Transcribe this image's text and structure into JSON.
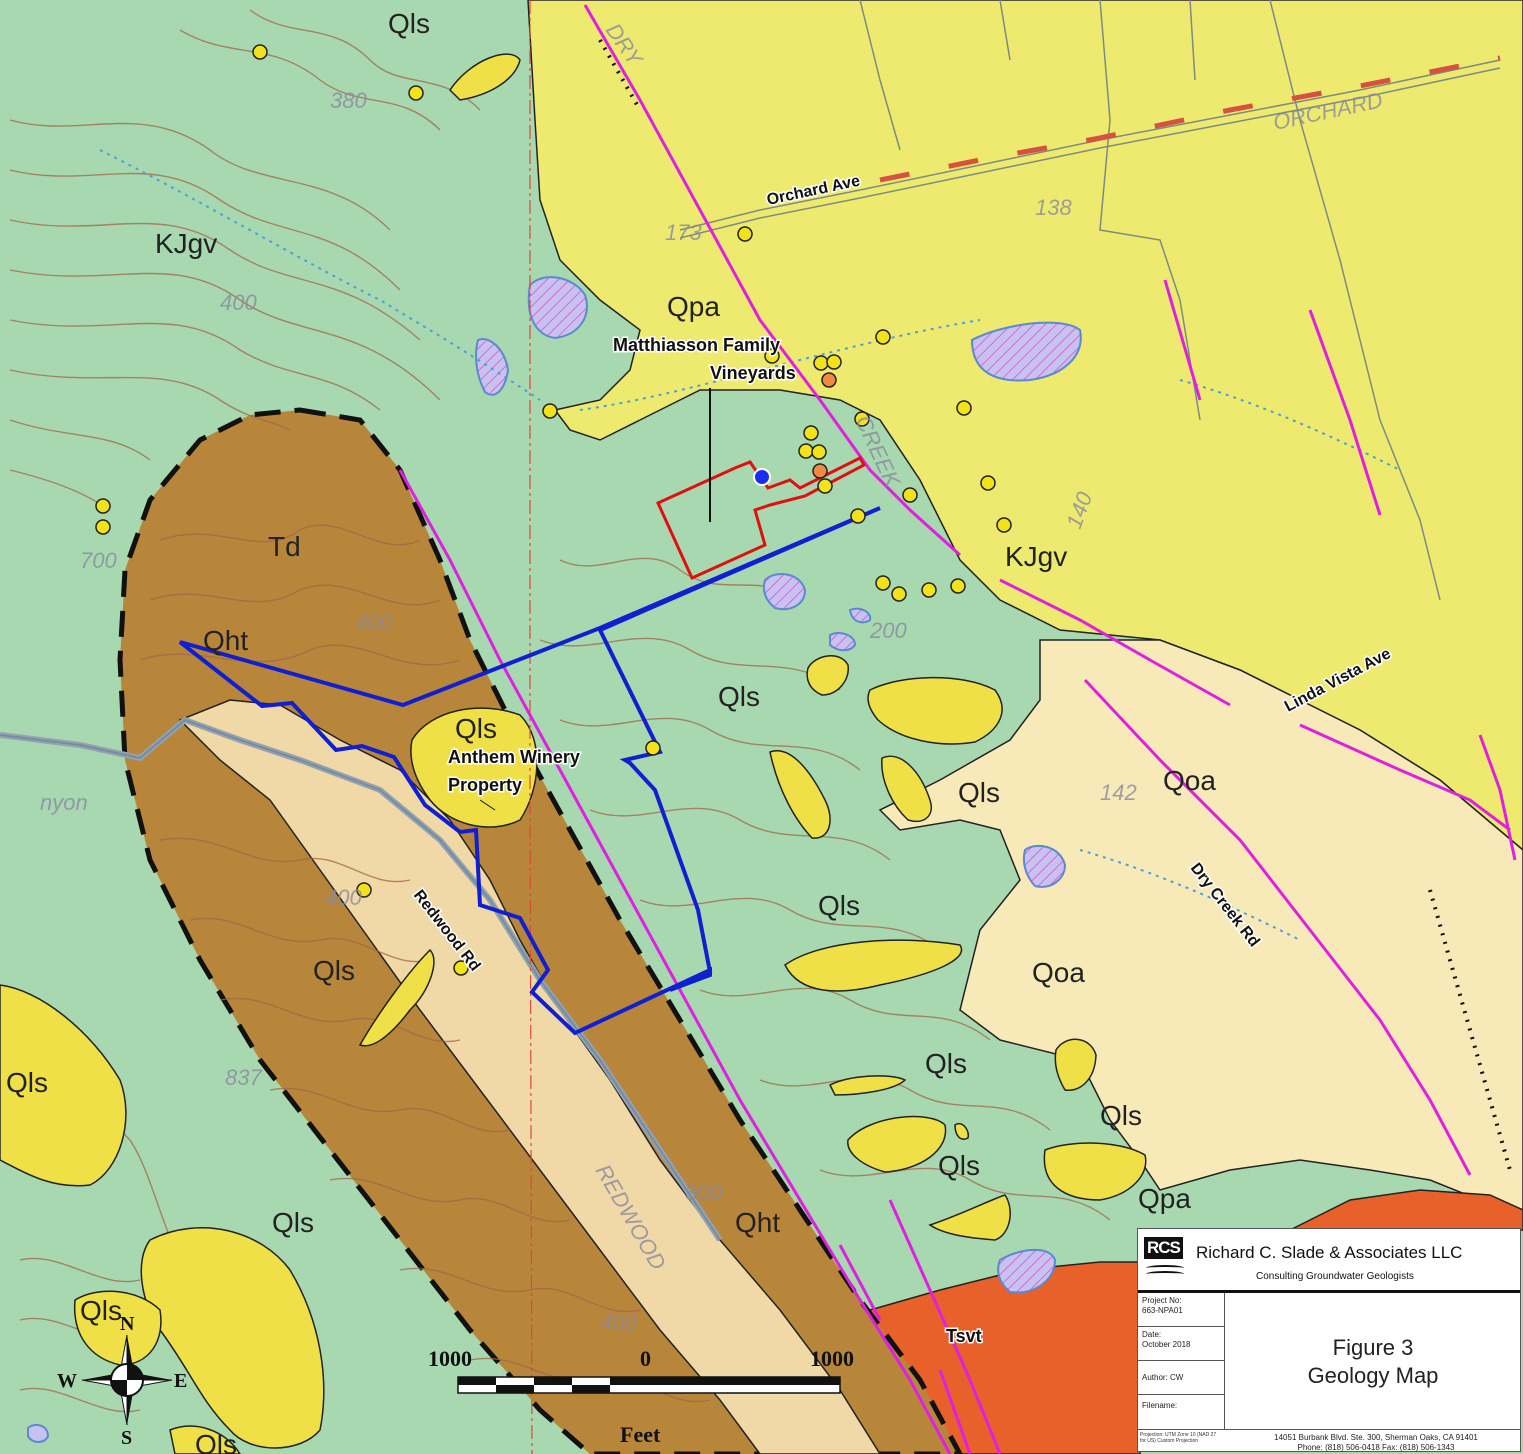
{
  "map": {
    "units": {
      "kjgv": "KJgv",
      "qpa": "Qpa",
      "qls": "Qls",
      "td": "Td",
      "qht": "Qht",
      "qoa": "Qoa",
      "tsvt": "Tsvt"
    },
    "roads": {
      "orchard_ave": "Orchard Ave",
      "linda_vista_ave": "Linda Vista Ave",
      "dry_creek_rd": "Dry Creek Rd",
      "redwood_rd": "Redwood Rd"
    },
    "properties": {
      "matthiasson_line1": "Matthiasson Family",
      "matthiasson_line2": "Vineyards",
      "anthem_line1": "Anthem Winery",
      "anthem_line2": "Property"
    },
    "base_map_text": {
      "orchard": "ORCHARD",
      "dry": "DRY",
      "creek": "CREEK",
      "redwood": "REDWOOD",
      "canyon": "nyon",
      "elevations": [
        "380",
        "400",
        "173",
        "138",
        "140",
        "200",
        "142",
        "400",
        "400",
        "837",
        "300",
        "700",
        "400"
      ]
    },
    "scale_bar": {
      "left_label": "1000",
      "mid_label": "0",
      "right_label": "1000",
      "unit": "Feet"
    },
    "compass": {
      "n": "N",
      "s": "S",
      "e": "E",
      "w": "W"
    },
    "colors": {
      "kjgv": "#a8d8b0",
      "qpa": "#eeea70",
      "qls": "#f0e048",
      "td": "#b8863a",
      "qht": "#f0d9a6",
      "qoa": "#f8eab8",
      "tsvt": "#e8602a",
      "fault": "#e020e0",
      "anthem_boundary": "#1020d0",
      "matthiasson_boundary": "#e01010",
      "well": "#f2e21a"
    }
  },
  "title_block": {
    "logo": "RCS",
    "company": "Richard C. Slade & Associates LLC",
    "tagline": "Consulting Groundwater Geologists",
    "project_label": "Project No:",
    "project_value": "663-NPA01",
    "date_label": "Date:",
    "date_value": "October 2018",
    "author": "Author: CW",
    "filename": "Filename:",
    "figure_number": "Figure 3",
    "figure_title": "Geology Map",
    "projection": "Projection: UTM Zone 10 (NAD 27 for US) Custom Projection",
    "address": "14051 Burbank Blvd. Ste. 300, Sherman Oaks, CA 91401",
    "phone": "Phone: (818) 506-0418    Fax: (818) 506-1343"
  }
}
